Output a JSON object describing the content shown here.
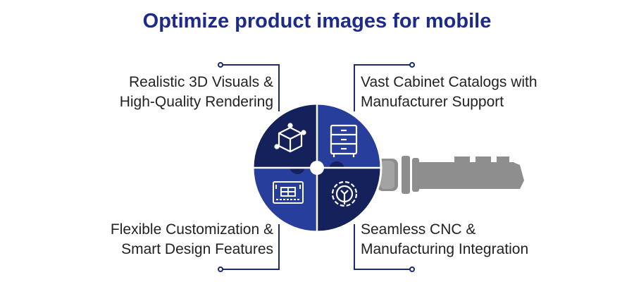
{
  "title": "Optimize product images for mobile",
  "features": [
    {
      "position": "top-left",
      "line1": "Realistic 3D Visuals &",
      "line2": "High-Quality Rendering",
      "icon": "cube-icon"
    },
    {
      "position": "top-right",
      "line1": "Vast Cabinet Catalogs with",
      "line2": "Manufacturer Support",
      "icon": "cabinet-drawers-icon"
    },
    {
      "position": "bottom-left",
      "line1": "Flexible Customization &",
      "line2": "Smart Design Features",
      "icon": "blueprint-icon"
    },
    {
      "position": "bottom-right",
      "line1": "Seamless CNC &",
      "line2": "Manufacturing Integration",
      "icon": "gear-wrench-icon"
    }
  ],
  "colors": {
    "title": "#1c2a8a",
    "navy_dark": "#15215a",
    "navy_mid": "#1e3377",
    "royal_blue": "#273e9c",
    "key_gray": "#8e8e8e",
    "connector": "#1c2a6e"
  }
}
